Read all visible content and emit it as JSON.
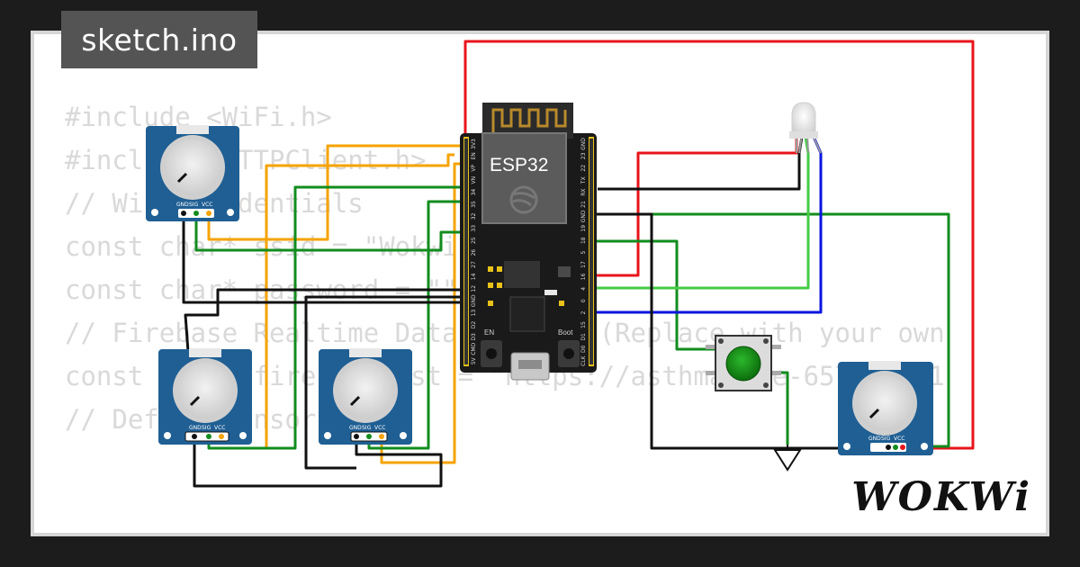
{
  "editor": {
    "filename": "sketch.ino",
    "code_lines": [
      "#include <WiFi.h>",
      "#include <HTTPClient.h>",
      "",
      "// WiFi Credentials",
      "const char* ssid = \"Wokwi-GUEST\";",
      "const char* password = \"\";",
      "",
      "// Firebase Realtime Database URL (Replace with your own",
      "const char* firebaseHost = \"https://asthmacare-657bc-de1",
      "",
      "// Define sensor pins"
    ]
  },
  "board": {
    "label": "ESP32",
    "en_label": "EN",
    "boot_label": "Boot",
    "left_pins": [
      "3V3",
      "EN",
      "VP",
      "VN",
      "34",
      "35",
      "32",
      "33",
      "25",
      "26",
      "27",
      "14",
      "12",
      "GND",
      "13",
      "D2",
      "D3",
      "CMD",
      "5V"
    ],
    "right_pins": [
      "GND",
      "23",
      "22",
      "TX",
      "RX",
      "21",
      "GND",
      "19",
      "18",
      "5",
      "17",
      "16",
      "4",
      "0",
      "2",
      "15",
      "D1",
      "D0",
      "CLK"
    ]
  },
  "potentiometer": {
    "pin_labels": [
      "GND",
      "SIG",
      "VCC"
    ]
  },
  "wire_colors": {
    "red": "#e8141b",
    "orange": "#f5a300",
    "green": "#128c1e",
    "light_green": "#44cc44",
    "blue": "#0b14e0",
    "black": "#111111"
  },
  "branding": {
    "logo": "WOKWi"
  }
}
